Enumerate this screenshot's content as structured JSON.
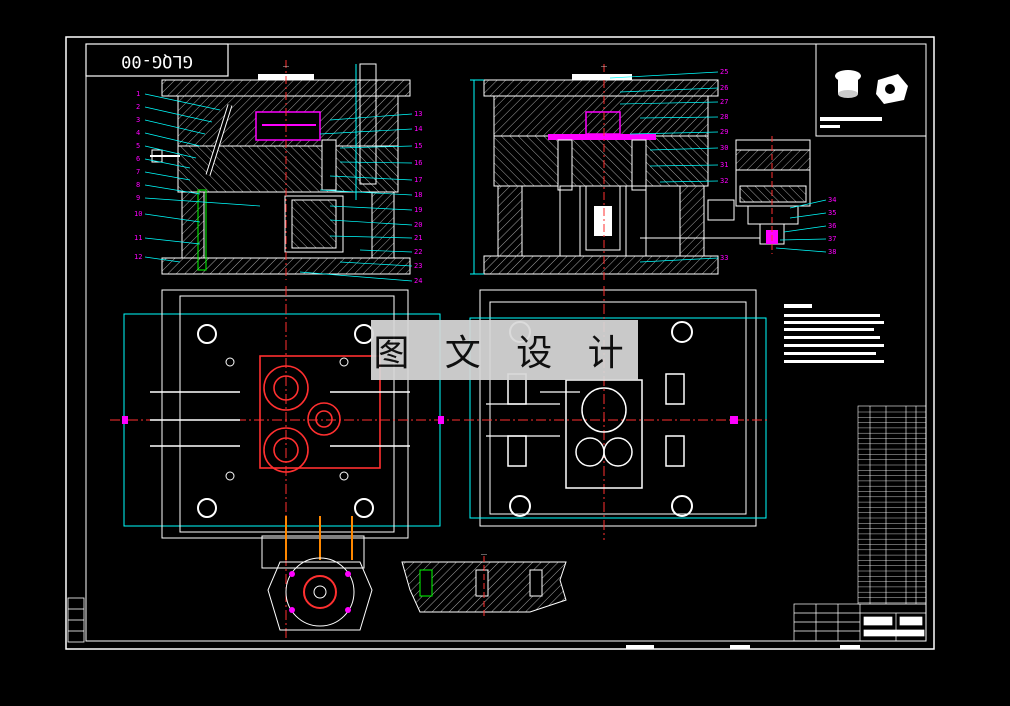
{
  "drawing": {
    "drawing_code": "GLQG-00",
    "watermark_text": "图 文 设 计"
  },
  "callouts_left": [
    "1",
    "2",
    "3",
    "4",
    "5",
    "6",
    "7",
    "8",
    "9",
    "10",
    "11",
    "12"
  ],
  "callouts_middle": [
    "13",
    "14",
    "15",
    "16",
    "17",
    "18",
    "19",
    "20",
    "21",
    "22",
    "23",
    "24"
  ],
  "callouts_right": [
    "25",
    "26",
    "27",
    "28",
    "29",
    "30",
    "31",
    "32",
    "33"
  ],
  "callouts_far_right": [
    "34",
    "35",
    "36",
    "37",
    "38"
  ],
  "colors": {
    "background": "#000000",
    "frame": "#ffffff",
    "outline": "#00ffff",
    "leader": "#ff00ff",
    "centerline": "#ff3030",
    "hatch": "#ffffff"
  }
}
